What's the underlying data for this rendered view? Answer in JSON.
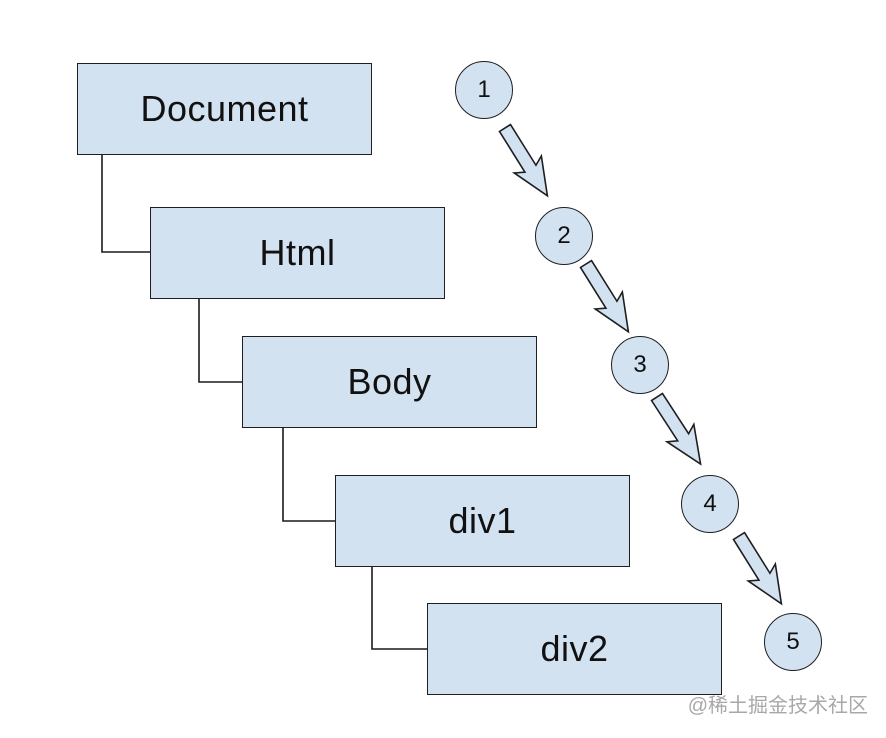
{
  "diagram": {
    "title_hint": "DOM tree nesting order diagram",
    "boxes": [
      {
        "label": "Document"
      },
      {
        "label": "Html"
      },
      {
        "label": "Body"
      },
      {
        "label": "div1"
      },
      {
        "label": "div2"
      }
    ],
    "steps": [
      {
        "label": "1"
      },
      {
        "label": "2"
      },
      {
        "label": "3"
      },
      {
        "label": "4"
      },
      {
        "label": "5"
      }
    ],
    "colors": {
      "shape_fill": "#d3e2f1",
      "shape_border": "#1f1f1f",
      "connector_line": "#1a1a1a",
      "background": "#ffffff",
      "watermark_text": "#a8a8a8"
    },
    "watermark": "@稀土掘金技术社区"
  }
}
